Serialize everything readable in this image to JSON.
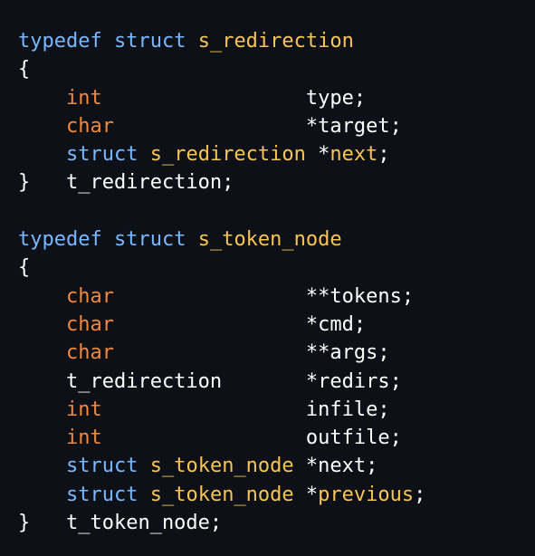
{
  "colors": {
    "background": "#0d1117",
    "keyword_blue": "#79b8ff",
    "type_orange": "#f0883e",
    "identifier_yellow": "#f8c555",
    "plain_white": "#ffffff"
  },
  "code": {
    "lines": [
      [
        {
          "text": "typedef",
          "color": "#79b8ff"
        },
        {
          "text": " ",
          "color": "#ffffff"
        },
        {
          "text": "struct",
          "color": "#79b8ff"
        },
        {
          "text": " ",
          "color": "#ffffff"
        },
        {
          "text": "s_redirection",
          "color": "#f8c555"
        }
      ],
      [
        {
          "text": "{",
          "color": "#ffffff"
        }
      ],
      [
        {
          "text": "    ",
          "color": "#ffffff"
        },
        {
          "text": "int",
          "color": "#f0883e"
        },
        {
          "text": "                 type;",
          "color": "#ffffff"
        }
      ],
      [
        {
          "text": "    ",
          "color": "#ffffff"
        },
        {
          "text": "char",
          "color": "#f0883e"
        },
        {
          "text": "                *target;",
          "color": "#ffffff"
        }
      ],
      [
        {
          "text": "    ",
          "color": "#ffffff"
        },
        {
          "text": "struct",
          "color": "#79b8ff"
        },
        {
          "text": " ",
          "color": "#ffffff"
        },
        {
          "text": "s_redirection",
          "color": "#f8c555"
        },
        {
          "text": " *",
          "color": "#ffffff"
        },
        {
          "text": "next",
          "color": "#f8c555"
        },
        {
          "text": ";",
          "color": "#ffffff"
        }
      ],
      [
        {
          "text": "}   t_redirection;",
          "color": "#ffffff"
        }
      ],
      [],
      [
        {
          "text": "typedef",
          "color": "#79b8ff"
        },
        {
          "text": " ",
          "color": "#ffffff"
        },
        {
          "text": "struct",
          "color": "#79b8ff"
        },
        {
          "text": " ",
          "color": "#ffffff"
        },
        {
          "text": "s_token_node",
          "color": "#f8c555"
        }
      ],
      [
        {
          "text": "{",
          "color": "#ffffff"
        }
      ],
      [
        {
          "text": "    ",
          "color": "#ffffff"
        },
        {
          "text": "char",
          "color": "#f0883e"
        },
        {
          "text": "                **tokens;",
          "color": "#ffffff"
        }
      ],
      [
        {
          "text": "    ",
          "color": "#ffffff"
        },
        {
          "text": "char",
          "color": "#f0883e"
        },
        {
          "text": "                *cmd;",
          "color": "#ffffff"
        }
      ],
      [
        {
          "text": "    ",
          "color": "#ffffff"
        },
        {
          "text": "char",
          "color": "#f0883e"
        },
        {
          "text": "                **args;",
          "color": "#ffffff"
        }
      ],
      [
        {
          "text": "    t_redirection       *redirs;",
          "color": "#ffffff"
        }
      ],
      [
        {
          "text": "    ",
          "color": "#ffffff"
        },
        {
          "text": "int",
          "color": "#f0883e"
        },
        {
          "text": "                 infile;",
          "color": "#ffffff"
        }
      ],
      [
        {
          "text": "    ",
          "color": "#ffffff"
        },
        {
          "text": "int",
          "color": "#f0883e"
        },
        {
          "text": "                 outfile;",
          "color": "#ffffff"
        }
      ],
      [
        {
          "text": "    ",
          "color": "#ffffff"
        },
        {
          "text": "struct",
          "color": "#79b8ff"
        },
        {
          "text": " ",
          "color": "#ffffff"
        },
        {
          "text": "s_token_node",
          "color": "#f8c555"
        },
        {
          "text": " *next;",
          "color": "#ffffff"
        }
      ],
      [
        {
          "text": "    ",
          "color": "#ffffff"
        },
        {
          "text": "struct",
          "color": "#79b8ff"
        },
        {
          "text": " ",
          "color": "#ffffff"
        },
        {
          "text": "s_token_node",
          "color": "#f8c555"
        },
        {
          "text": " *",
          "color": "#ffffff"
        },
        {
          "text": "previous",
          "color": "#f8c555"
        },
        {
          "text": ";",
          "color": "#ffffff"
        }
      ],
      [
        {
          "text": "}   t_token_node;",
          "color": "#ffffff"
        }
      ]
    ]
  }
}
